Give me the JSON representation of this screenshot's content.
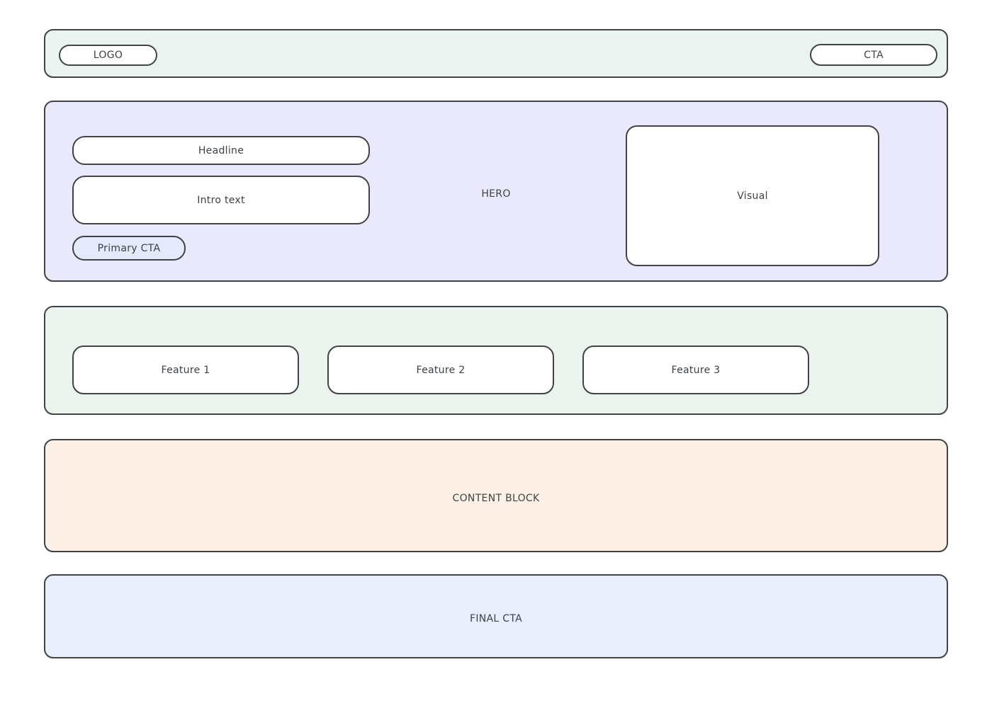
{
  "colors": {
    "page_background": "#ffffff",
    "topbar_background": "#ebf3f1",
    "hero_background": "#eae8fb",
    "features_background": "#eaf4ec",
    "content_block_background": "#fdf1e5",
    "final_cta_background": "#e8eefb",
    "primary_cta_background": "#e4eafc",
    "card_background": "#ffffff",
    "border": "#3f4347",
    "text": "#3d4247"
  },
  "topbar": {
    "logo_label": "LOGO",
    "cta_label": "CTA"
  },
  "hero": {
    "label": "HERO",
    "headline_label": "Headline",
    "intro_label": "Intro text",
    "primary_cta_label": "Primary CTA",
    "visual_label": "Visual"
  },
  "features": {
    "items": [
      {
        "label": "Feature 1"
      },
      {
        "label": "Feature 2"
      },
      {
        "label": "Feature 3"
      }
    ]
  },
  "content_block": {
    "label": "CONTENT BLOCK"
  },
  "final_cta": {
    "label": "FINAL CTA"
  }
}
